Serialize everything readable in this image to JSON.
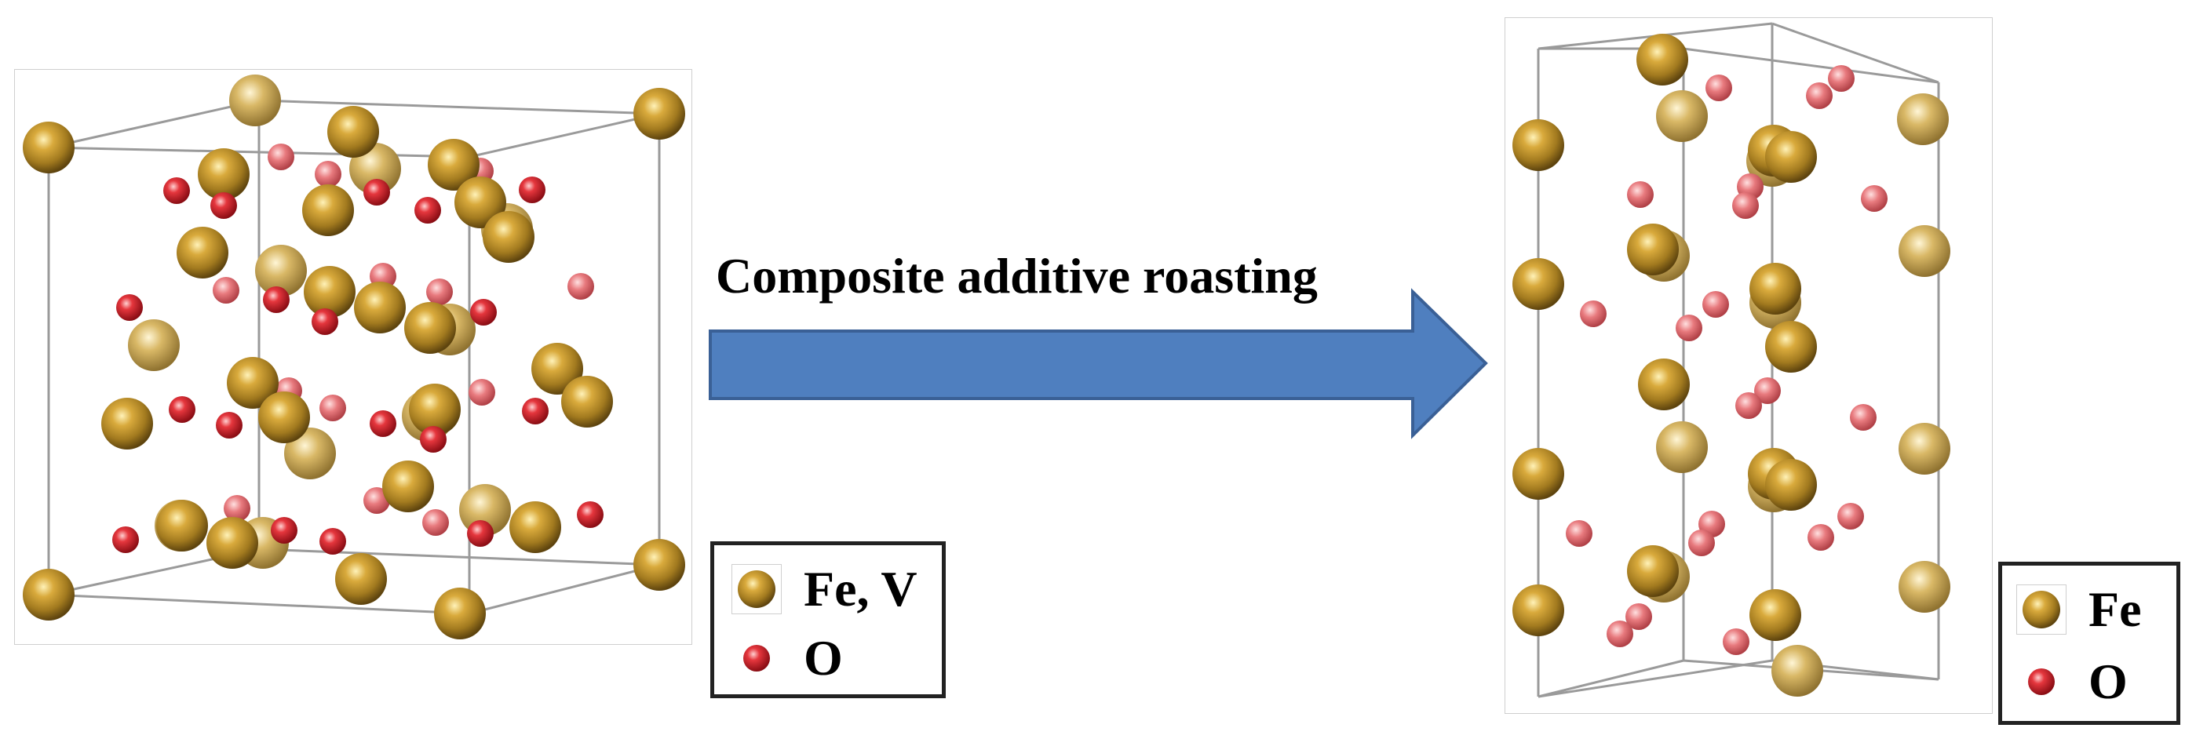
{
  "process": {
    "label": "Composite additive roasting",
    "arrow_color": "#4f7fbf"
  },
  "colors": {
    "fe_atom": "#b5892a",
    "o_atom": "#d11f2a",
    "cell_edge": "#9a9a9a",
    "legend_border": "#222222"
  },
  "left_legend": {
    "items": [
      {
        "label": "Fe, V",
        "icon": "fe-v-atom-icon"
      },
      {
        "label": "O",
        "icon": "o-atom-icon"
      }
    ]
  },
  "right_legend": {
    "items": [
      {
        "label": "Fe",
        "icon": "fe-atom-icon"
      },
      {
        "label": "O",
        "icon": "o-atom-icon"
      }
    ]
  }
}
